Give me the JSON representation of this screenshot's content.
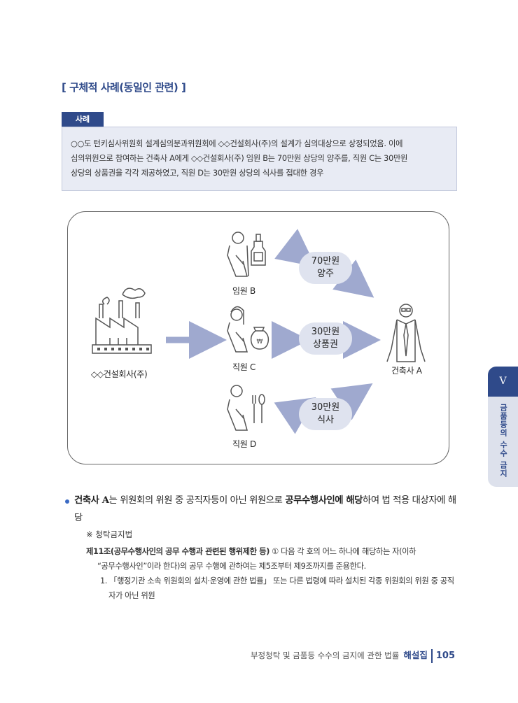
{
  "section": {
    "title": "[ 구체적 사례(동일인 관련) ]"
  },
  "case": {
    "tab": "사례",
    "lines": [
      "○○도 턴키심사위원회 설계심의분과위원회에 ◇◇건설회사(주)의 설계가 심의대상으로 상정되었음. 이에",
      "심의위원으로 참여하는 건축사 A에게 ◇◇건설회사(주) 임원 B는 70만원 상당의 양주를, 직원 C는 30만원",
      "상당의 상품권을 각각 제공하였고, 직원 D는 30만원 상당의 식사를 접대한 경우"
    ]
  },
  "diagram": {
    "company": "◇◇건설회사(주)",
    "architect": "건축사 A",
    "givers": [
      {
        "label": "임원 B",
        "gift_line1": "70만원",
        "gift_line2": "양주",
        "icon": "liquor-bottle-icon"
      },
      {
        "label": "직원 C",
        "gift_line1": "30만원",
        "gift_line2": "상품권",
        "icon": "money-bag-icon"
      },
      {
        "label": "직원 D",
        "gift_line1": "30만원",
        "gift_line2": "식사",
        "icon": "fork-spoon-icon"
      }
    ]
  },
  "body": {
    "bullet": {
      "p1": "건축사 A",
      "p2": "는 위원회의 위원 중 공직자등이 아닌 위원으로 ",
      "p3": "공무수행사인에 해당",
      "p4": "하여 법 적용 대상자에 해당"
    },
    "note_head": "※ 청탁금지법",
    "article_title": "제11조(공무수행사인의 공무 수행과 관련된 행위제한 등)",
    "article_rest1": " ① 다음 각 호의 어느 하나에 해당하는 자(이하",
    "article_rest2": "“공무수행사인”이라 한다)의 공무 수행에 관하여는 제5조부터 제9조까지를 준용한다.",
    "item1": "1. 「행정기관 소속 위원회의 설치·운영에 관한 법률」 또는 다른 법령에 따라 설치된 각종 위원회의 위원 중 공직",
    "item1b": "자가 아닌 위원"
  },
  "side_tab": {
    "numeral": "V",
    "text": "금품등의 수수 금지"
  },
  "footer": {
    "title": "부정청탁 및 금품등 수수의 금지에 관한 법률",
    "book": "해설집",
    "page": "105"
  },
  "colors": {
    "accent": "#2f4a8a",
    "arrow": "#9fa9cf",
    "box": "#e8ebf4"
  }
}
